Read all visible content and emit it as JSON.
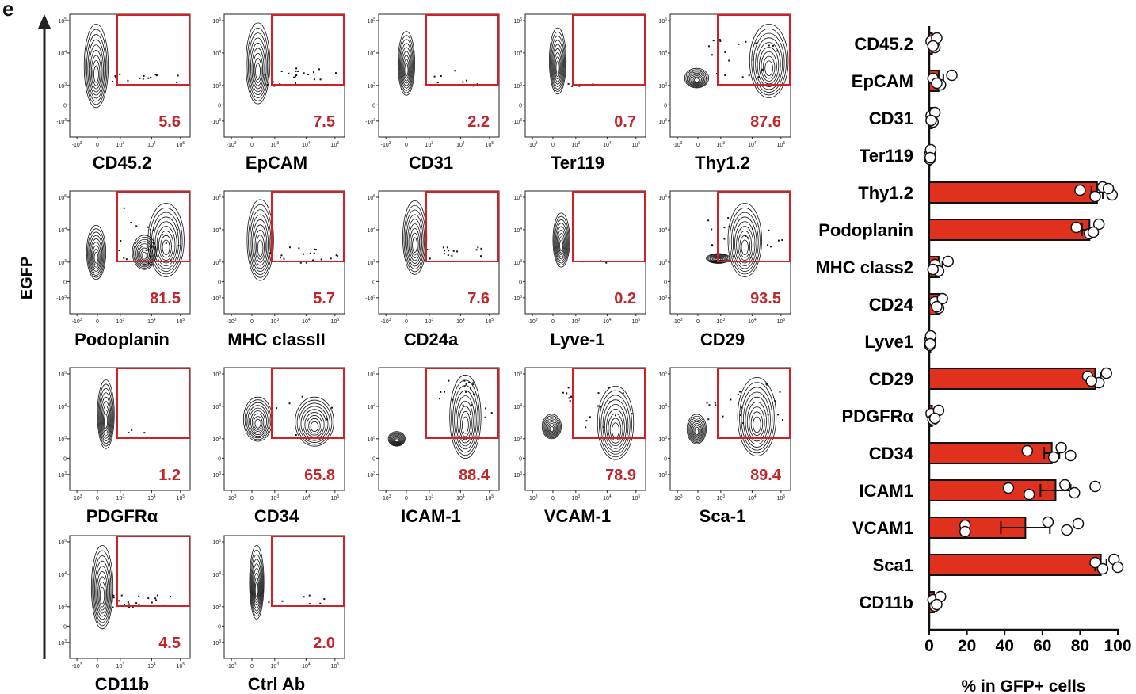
{
  "panel_label": "e",
  "facs": {
    "y_label": "EGFP",
    "tick_labels": [
      "-10^3",
      "0",
      "10^3",
      "10^4",
      "10^5"
    ],
    "panels": [
      {
        "marker": "CD45.2",
        "percent": "5.6"
      },
      {
        "marker": "EpCAM",
        "percent": "7.5"
      },
      {
        "marker": "CD31",
        "percent": "2.2"
      },
      {
        "marker": "Ter119",
        "percent": "0.7"
      },
      {
        "marker": "Thy1.2",
        "percent": "87.6"
      },
      {
        "marker": "Podoplanin",
        "percent": "81.5"
      },
      {
        "marker": "MHC classII",
        "percent": "5.7"
      },
      {
        "marker": "CD24a",
        "percent": "7.6"
      },
      {
        "marker": "Lyve-1",
        "percent": "0.2"
      },
      {
        "marker": "CD29",
        "percent": "93.5"
      },
      {
        "marker": "PDGFRα",
        "percent": "1.2"
      },
      {
        "marker": "CD34",
        "percent": "65.8"
      },
      {
        "marker": "ICAM-1",
        "percent": "88.4"
      },
      {
        "marker": "VCAM-1",
        "percent": "78.9"
      },
      {
        "marker": "Sca-1",
        "percent": "89.4"
      },
      {
        "marker": "CD11b",
        "percent": "4.5"
      },
      {
        "marker": "Ctrl Ab",
        "percent": "2.0"
      }
    ]
  },
  "chart_data": {
    "type": "bar",
    "orientation": "horizontal",
    "xlabel": "% in GFP+ cells",
    "xlim": [
      0,
      100
    ],
    "xticks": [
      0,
      20,
      40,
      60,
      80,
      100
    ],
    "categories": [
      "CD45.2",
      "EpCAM",
      "CD31",
      "Ter119",
      "Thy1.2",
      "Podoplanin",
      "MHC class2",
      "CD24",
      "Lyve1",
      "CD29",
      "PDGFRα",
      "CD34",
      "ICAM1",
      "VCAM1",
      "Sca1",
      "CD11b"
    ],
    "values": [
      1.5,
      5,
      1.5,
      0.5,
      89,
      85,
      5,
      5,
      0.5,
      88,
      1.5,
      65,
      67,
      51,
      91,
      2.5
    ],
    "error": [
      1,
      2.5,
      1,
      0.3,
      3,
      4,
      2,
      2,
      0.3,
      3,
      1,
      4,
      8,
      13,
      3,
      1
    ],
    "points": [
      [
        1,
        3,
        4,
        2
      ],
      [
        2,
        6,
        12,
        4
      ],
      [
        1,
        2,
        3,
        1
      ],
      [
        0.5,
        0.3,
        0.8,
        0.5
      ],
      [
        80,
        88,
        92,
        97,
        95
      ],
      [
        78,
        85,
        90,
        87
      ],
      [
        3,
        5,
        10,
        2
      ],
      [
        3,
        5,
        7,
        4
      ],
      [
        0.5,
        0.3,
        0.8,
        0.5
      ],
      [
        84,
        90,
        94,
        86
      ],
      [
        1,
        2,
        5,
        3
      ],
      [
        52,
        66,
        70,
        75
      ],
      [
        42,
        53,
        72,
        77,
        88
      ],
      [
        19,
        19,
        63,
        73,
        79
      ],
      [
        88,
        92,
        98,
        100
      ],
      [
        2,
        3,
        6,
        4
      ]
    ],
    "bar_color": "#e0301e",
    "grid": false
  }
}
